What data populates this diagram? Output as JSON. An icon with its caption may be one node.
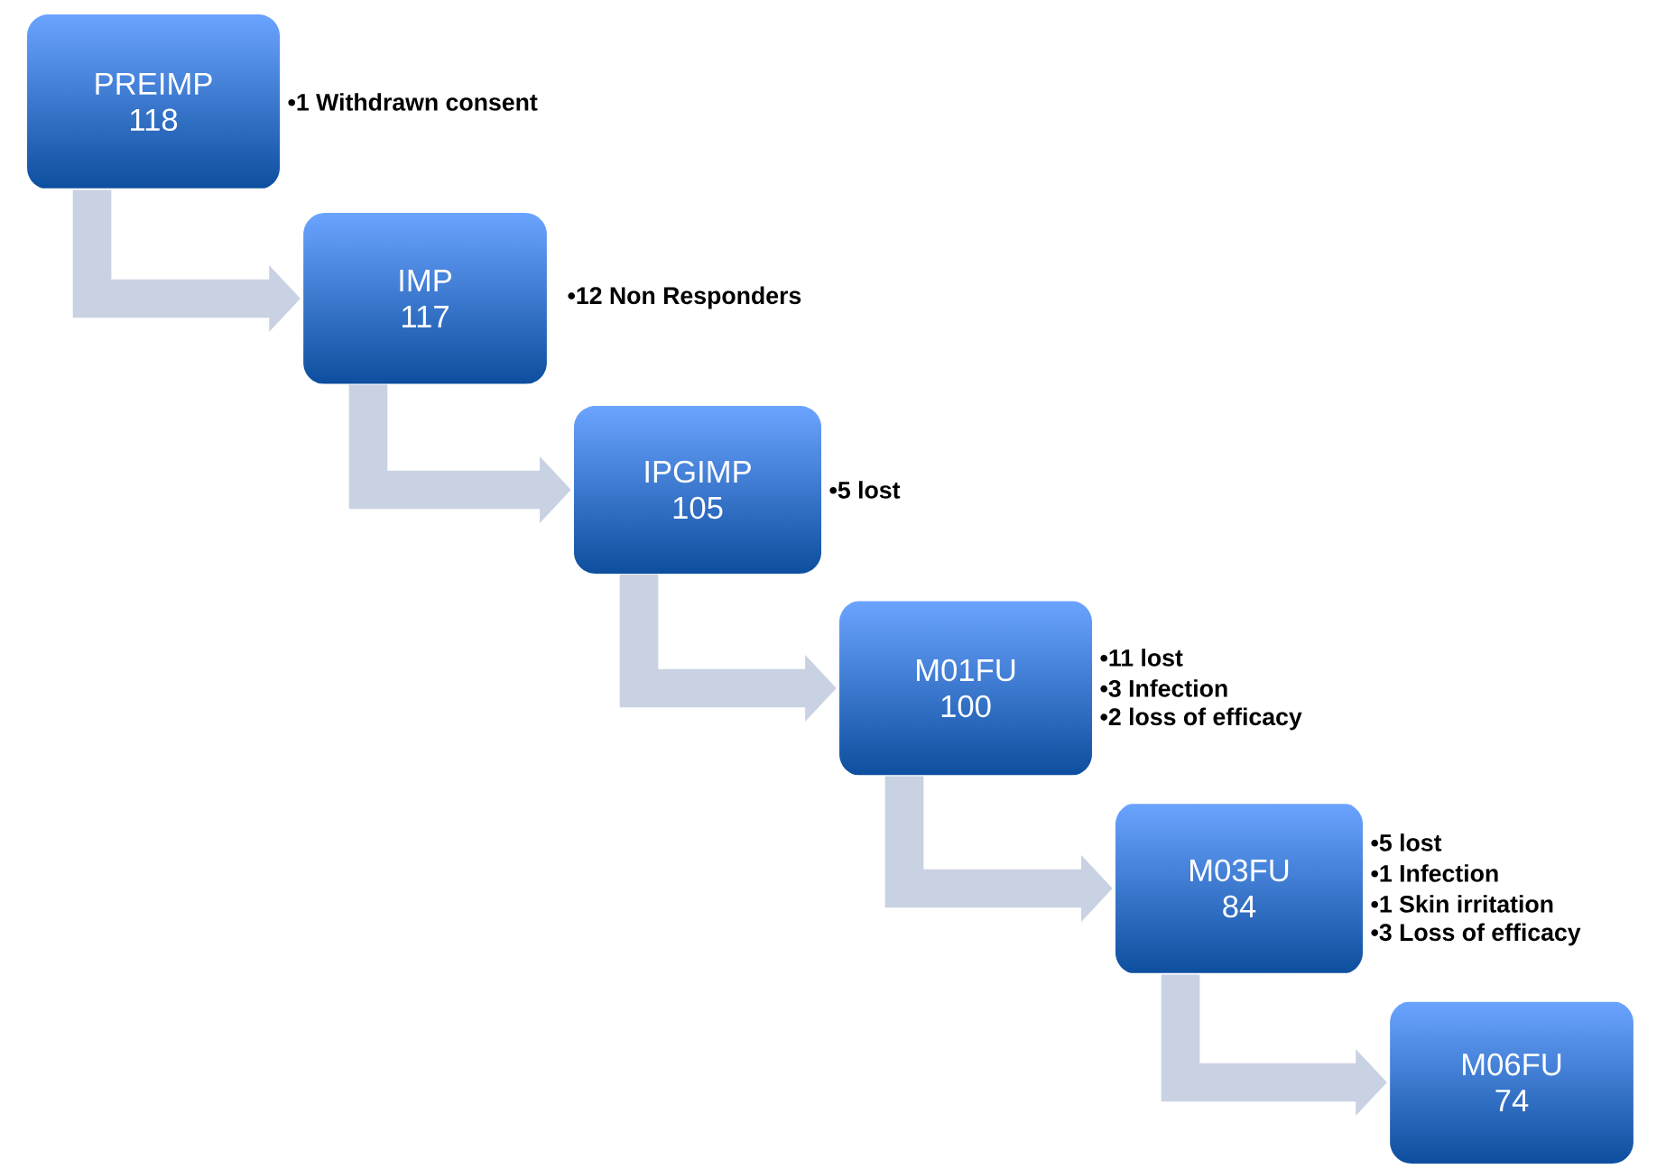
{
  "diagram": {
    "nodes": [
      {
        "text": [
          "PREIMP",
          "118"
        ],
        "beside": [
          "•1 Withdrawn consent"
        ]
      },
      {
        "text": [
          "IMP",
          "117"
        ]
      },
      {
        "text": [
          "IPGIMP",
          "105"
        ],
        "beside": [
          "•5 lost"
        ]
      },
      {
        "text": [
          "M01FU",
          "100"
        ],
        "beside": [
          "•11 lost",
          "•3 Infection",
          "•2 loss of efficacy"
        ]
      },
      {
        "text": [
          "M03FU",
          "84"
        ],
        "beside": [
          "•5 lost",
          "•1 Infection",
          "•1 Skin irritation",
          "•3 Loss of efficacy"
        ]
      },
      {
        "text": [
          "M06FU",
          "74"
        ]
      }
    ],
    "edges": [
      {
        "from": 0,
        "to": 1,
        "arrow": "to"
      },
      {
        "from": 1,
        "to": 2,
        "arrow": "to"
      },
      {
        "from": 2,
        "to": 3,
        "arrow": "to"
      },
      {
        "from": 3,
        "to": 4,
        "arrow": "to"
      },
      {
        "from": 4,
        "to": 5,
        "arrow": "to"
      }
    ],
    "labels": [
      "•12 Non Responders"
    ]
  }
}
